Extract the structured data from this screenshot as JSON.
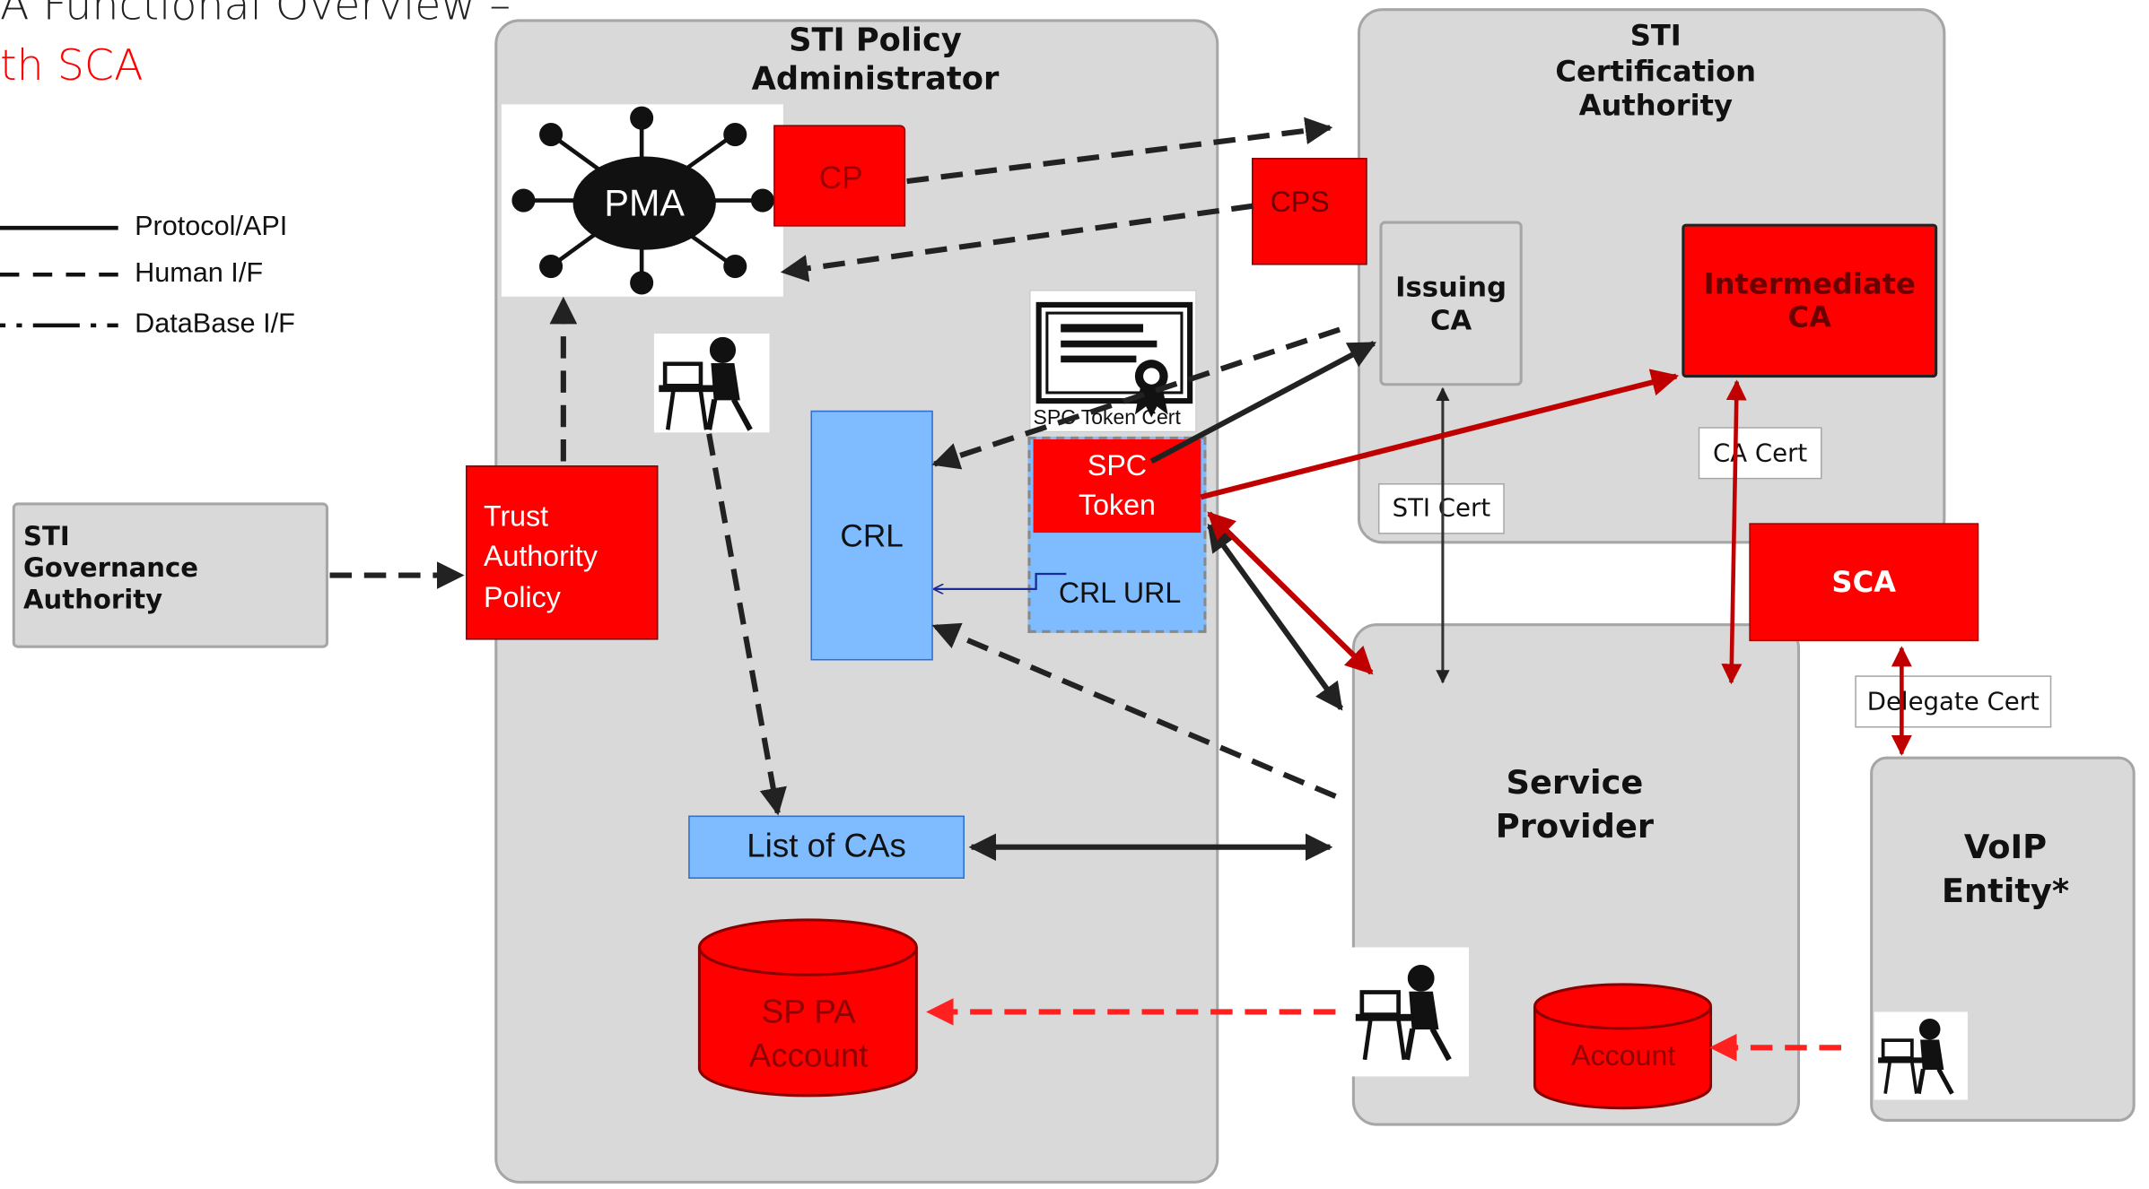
{
  "header": {
    "title_line1": "A Functional Overview –",
    "title_line2": "th SCA"
  },
  "legend": [
    {
      "label": "Protocol/API",
      "style": "solid"
    },
    {
      "label": "Human I/F",
      "style": "dashed"
    },
    {
      "label": "DataBase I/F",
      "style": "dash-dot"
    }
  ],
  "panels": {
    "pa": "STI Policy\nAdministrator",
    "ca": "STI\nCertification\nAuthority",
    "sp": "Service\nProvider",
    "voip": "VoIP\nEntity*",
    "ga": "STI\nGovernance\nAuthority"
  },
  "nodes": {
    "pma": "PMA",
    "cp": "CP",
    "cps": "CPS",
    "trust_policy": "Trust\nAuthority\nPolicy",
    "crl": "CRL",
    "list_of_cas": "List of CAs",
    "sp_pa_account": "SP PA\nAccount",
    "spc_token_cert": "SPC Token Cert",
    "spc_token": "SPC\nToken",
    "crl_url": "CRL URL",
    "issuing_ca": "Issuing\nCA",
    "intermediate_ca": "Intermediate\nCA",
    "sca": "SCA",
    "account": "Account"
  },
  "labels": {
    "sti_cert": "STI Cert",
    "ca_cert": "CA Cert",
    "delegate_cert": "Delegate Cert"
  },
  "colors": {
    "accent_red": "#ff0000",
    "dark_red": "#c00000",
    "blue": "#7ebcff",
    "panel_gray": "#d9d9d9"
  }
}
